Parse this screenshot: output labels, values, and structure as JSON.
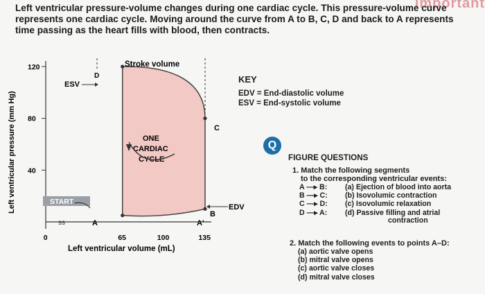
{
  "header": {
    "paragraph": "Left ventricular pressure-volume changes during one cardiac cycle. This pressure-volume curve represents one cardiac cycle. Moving around the curve from A to B, C, D and back to A represents time passing as the heart fills with blood, then contracts.",
    "clipped_title": "important"
  },
  "chart_data": {
    "type": "line",
    "title": "",
    "xlabel": "Left ventricular volume (mL)",
    "ylabel": "Left ventricular pressure (mm Hg)",
    "x_ticks": [
      "0",
      "65",
      "100",
      "135"
    ],
    "y_ticks": [
      "40",
      "80",
      "120"
    ],
    "xlim": [
      0,
      150
    ],
    "ylim": [
      0,
      125
    ],
    "series": [
      {
        "points": [
          {
            "label": "A",
            "x": 65,
            "y": 5
          },
          {
            "label": "B",
            "x": 135,
            "y": 10
          },
          {
            "label": "C",
            "x": 135,
            "y": 80
          },
          {
            "label": "D",
            "x": 65,
            "y": 120
          }
        ]
      }
    ],
    "shading_color": "#f2c9c4",
    "annotations": {
      "stroke_volume": "Stroke volume",
      "esv": "ESV",
      "edv": "EDV",
      "start": "START",
      "one": "ONE",
      "cardiac": "CARDIAC",
      "cycle": "CYCLE",
      "a_label": "A",
      "a_prime_label": "A'",
      "b_label": "B",
      "c_label": "C",
      "d_label": "D"
    }
  },
  "key": {
    "title": "KEY",
    "edv": "EDV = End-diastolic volume",
    "esv": "ESV = End-systolic volume"
  },
  "q_badge": "Q",
  "figure_questions": {
    "title": "FIGURE QUESTIONS",
    "q1_line1": "1. Match the following segments",
    "q1_line2": "to the corresponding ventricular events:",
    "matches": [
      {
        "from": "A",
        "to": "B:",
        "event": "(a) Ejection of blood into aorta"
      },
      {
        "from": "B",
        "to": "C:",
        "event": "(b) Isovolumic contraction"
      },
      {
        "from": "C",
        "to": "D:",
        "event": "(c) Isovolumic relaxation"
      },
      {
        "from": "D",
        "to": "A:",
        "event": "(d) Passive filling and atrial"
      }
    ],
    "match_cont": "contraction",
    "q2_title": "2. Match the following events to points A–D:",
    "q2_options": [
      "(a) aortic valve opens",
      "(b) mitral valve opens",
      "(c) aortic valve closes",
      "(d) mitral valve closes"
    ]
  },
  "colors": {
    "accent": "#1e6fa8",
    "start_bg": "#9aa0a6"
  }
}
